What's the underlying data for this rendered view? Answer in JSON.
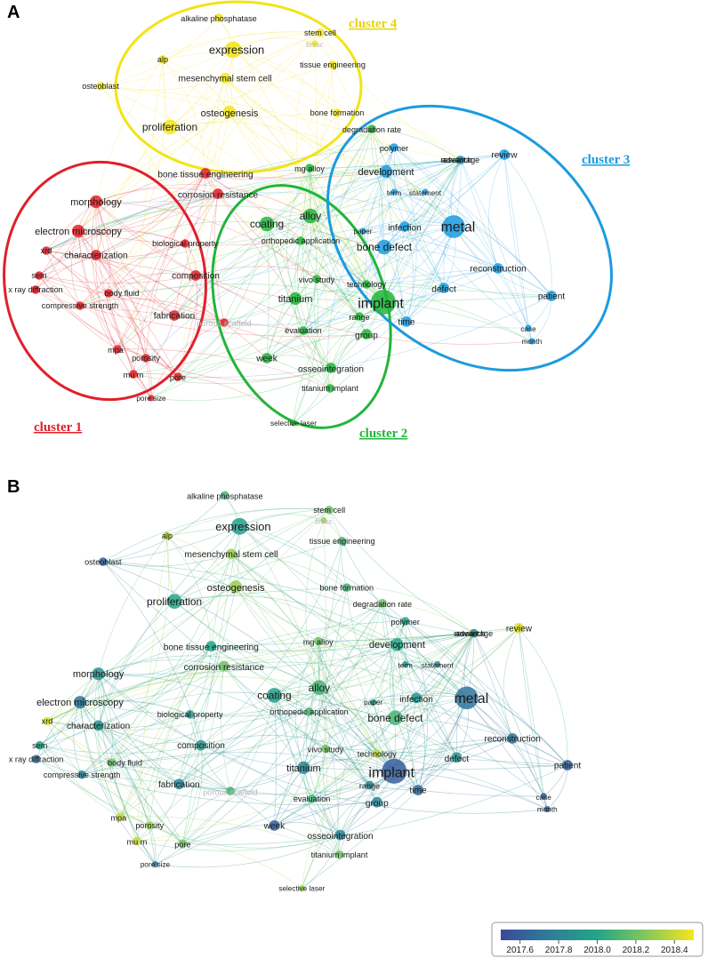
{
  "panels": [
    {
      "id": "A",
      "label": "A"
    },
    {
      "id": "B",
      "label": "B"
    }
  ],
  "clusters": [
    {
      "name": "cluster 1",
      "color": "#e0202a"
    },
    {
      "name": "cluster 2",
      "color": "#22b53a"
    },
    {
      "name": "cluster 3",
      "color": "#1b9be0"
    },
    {
      "name": "cluster 4",
      "color": "#f2e415"
    }
  ],
  "nodes": [
    {
      "label": "alkaline phosphatase",
      "cluster": 4,
      "year": 2018.1,
      "w": 2
    },
    {
      "label": "stem cell",
      "cluster": 4,
      "year": 2018.2,
      "w": 2
    },
    {
      "label": "bmsc",
      "cluster": 4,
      "year": 2018.3,
      "w": 1,
      "faint": true
    },
    {
      "label": "expression",
      "cluster": 4,
      "year": 2017.95,
      "w": 6
    },
    {
      "label": "tissue engineering",
      "cluster": 4,
      "year": 2018.1,
      "w": 2
    },
    {
      "label": "alp",
      "cluster": 4,
      "year": 2018.4,
      "w": 2
    },
    {
      "label": "mesenchymal stem cell",
      "cluster": 4,
      "year": 2018.3,
      "w": 3
    },
    {
      "label": "osteoblast",
      "cluster": 4,
      "year": 2017.6,
      "w": 2
    },
    {
      "label": "osteogenesis",
      "cluster": 4,
      "year": 2018.3,
      "w": 4
    },
    {
      "label": "bone formation",
      "cluster": 4,
      "year": 2018.1,
      "w": 2
    },
    {
      "label": "proliferation",
      "cluster": 4,
      "year": 2018.0,
      "w": 5
    },
    {
      "label": "degradation rate",
      "cluster": 2,
      "year": 2018.2,
      "w": 2
    },
    {
      "label": "polymer",
      "cluster": 3,
      "year": 2018.0,
      "w": 2
    },
    {
      "label": "research",
      "cluster": 2,
      "year": 2018.4,
      "w": 2
    },
    {
      "label": "advantage",
      "cluster": 3,
      "year": 2017.8,
      "w": 2
    },
    {
      "label": "review",
      "cluster": 3,
      "year": 2018.45,
      "w": 3
    },
    {
      "label": "bone tissue engineering",
      "cluster": 1,
      "year": 2018.0,
      "w": 3
    },
    {
      "label": "mg alloy",
      "cluster": 2,
      "year": 2018.2,
      "w": 2
    },
    {
      "label": "development",
      "cluster": 3,
      "year": 2018.0,
      "w": 4
    },
    {
      "label": "corrosion resistance",
      "cluster": 1,
      "year": 2018.2,
      "w": 3
    },
    {
      "label": "term",
      "cluster": 3,
      "year": 2017.9,
      "w": 1
    },
    {
      "label": "statement",
      "cluster": 3,
      "year": 2017.8,
      "w": 1
    },
    {
      "label": "morphology",
      "cluster": 1,
      "year": 2017.9,
      "w": 4
    },
    {
      "label": "coating",
      "cluster": 2,
      "year": 2017.95,
      "w": 5
    },
    {
      "label": "alloy",
      "cluster": 2,
      "year": 2018.1,
      "w": 5
    },
    {
      "label": "metal",
      "cluster": 3,
      "year": 2017.7,
      "w": 9
    },
    {
      "label": "electron microscopy",
      "cluster": 1,
      "year": 2017.7,
      "w": 4
    },
    {
      "label": "paper",
      "cluster": 3,
      "year": 2018.0,
      "w": 1
    },
    {
      "label": "infection",
      "cluster": 3,
      "year": 2017.9,
      "w": 3
    },
    {
      "label": "bone defect",
      "cluster": 3,
      "year": 2018.1,
      "w": 5
    },
    {
      "label": "biological property",
      "cluster": 1,
      "year": 2017.9,
      "w": 2
    },
    {
      "label": "orthopedic application",
      "cluster": 2,
      "year": 2018.1,
      "w": 2
    },
    {
      "label": "xrd",
      "cluster": 1,
      "year": 2018.45,
      "w": 2
    },
    {
      "label": "characterization",
      "cluster": 1,
      "year": 2017.9,
      "w": 3
    },
    {
      "label": "reconstruction",
      "cluster": 3,
      "year": 2017.7,
      "w": 3
    },
    {
      "label": "sem",
      "cluster": 1,
      "year": 2018.0,
      "w": 2
    },
    {
      "label": "composition",
      "cluster": 1,
      "year": 2017.9,
      "w": 3
    },
    {
      "label": "vivo study",
      "cluster": 2,
      "year": 2018.2,
      "w": 2
    },
    {
      "label": "technology",
      "cluster": 2,
      "year": 2018.4,
      "w": 2
    },
    {
      "label": "x ray diffraction",
      "cluster": 1,
      "year": 2017.7,
      "w": 2
    },
    {
      "label": "body fluid",
      "cluster": 1,
      "year": 2018.2,
      "w": 2
    },
    {
      "label": "titanium",
      "cluster": 2,
      "year": 2017.8,
      "w": 4
    },
    {
      "label": "defect",
      "cluster": 3,
      "year": 2017.9,
      "w": 3
    },
    {
      "label": "patient",
      "cluster": 3,
      "year": 2017.6,
      "w": 3
    },
    {
      "label": "implant",
      "cluster": 2,
      "year": 2017.6,
      "w": 10
    },
    {
      "label": "compressive strength",
      "cluster": 1,
      "year": 2017.8,
      "w": 2
    },
    {
      "label": "fabrication",
      "cluster": 1,
      "year": 2017.8,
      "w": 3
    },
    {
      "label": "porous scaffold",
      "cluster": 1,
      "year": 2018.1,
      "w": 2,
      "faint": true
    },
    {
      "label": "range",
      "cluster": 2,
      "year": 2017.8,
      "w": 2
    },
    {
      "label": "time",
      "cluster": 3,
      "year": 2017.65,
      "w": 3
    },
    {
      "label": "group",
      "cluster": 2,
      "year": 2017.8,
      "w": 3
    },
    {
      "label": "evaluation",
      "cluster": 2,
      "year": 2018.1,
      "w": 2
    },
    {
      "label": "case",
      "cluster": 3,
      "year": 2017.6,
      "w": 1
    },
    {
      "label": "month",
      "cluster": 3,
      "year": 2017.6,
      "w": 1
    },
    {
      "label": "mpa",
      "cluster": 1,
      "year": 2018.4,
      "w": 2
    },
    {
      "label": "week",
      "cluster": 2,
      "year": 2017.6,
      "w": 3
    },
    {
      "label": "porosity",
      "cluster": 1,
      "year": 2018.3,
      "w": 2
    },
    {
      "label": "osseointegration",
      "cluster": 2,
      "year": 2017.8,
      "w": 3
    },
    {
      "label": "mu m",
      "cluster": 1,
      "year": 2018.4,
      "w": 2
    },
    {
      "label": "pore",
      "cluster": 1,
      "year": 2018.2,
      "w": 2
    },
    {
      "label": "titanium implant",
      "cluster": 2,
      "year": 2018.2,
      "w": 2
    },
    {
      "label": "pore size",
      "cluster": 1,
      "year": 2017.7,
      "w": 1
    },
    {
      "label": "selective laser",
      "cluster": 2,
      "year": 2018.3,
      "w": 1
    }
  ],
  "overlay_legend": {
    "ticks": [
      "2017.6",
      "2017.8",
      "2018.0",
      "2018.2",
      "2018.4"
    ],
    "range": [
      2017.5,
      2018.5
    ],
    "colors": [
      "#3b4a9a",
      "#2f7d9a",
      "#22a587",
      "#83c85c",
      "#f6e61d"
    ]
  }
}
